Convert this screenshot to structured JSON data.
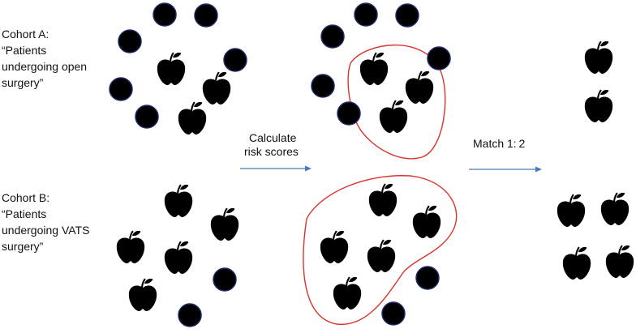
{
  "cohort_a": {
    "lines": [
      "Cohort A:",
      "“Patients",
      "undergoing open",
      "surgery”"
    ]
  },
  "cohort_b": {
    "lines": [
      "Cohort B:",
      "“Patients",
      "undergoing VATS",
      "surgery”"
    ]
  },
  "step_calculate": {
    "lines": [
      "Calculate",
      "risk scores"
    ]
  },
  "step_match": {
    "label": "Match 1: 2"
  },
  "colors": {
    "marker_fill": "#000000",
    "circle_stroke": "#1f2a6b",
    "selection_outline": "#d9342b",
    "arrow": "#4a7ab8",
    "text": "#111111"
  },
  "icons": {
    "patient_low_risk": "apple-icon",
    "patient_other": "circle-marker"
  }
}
